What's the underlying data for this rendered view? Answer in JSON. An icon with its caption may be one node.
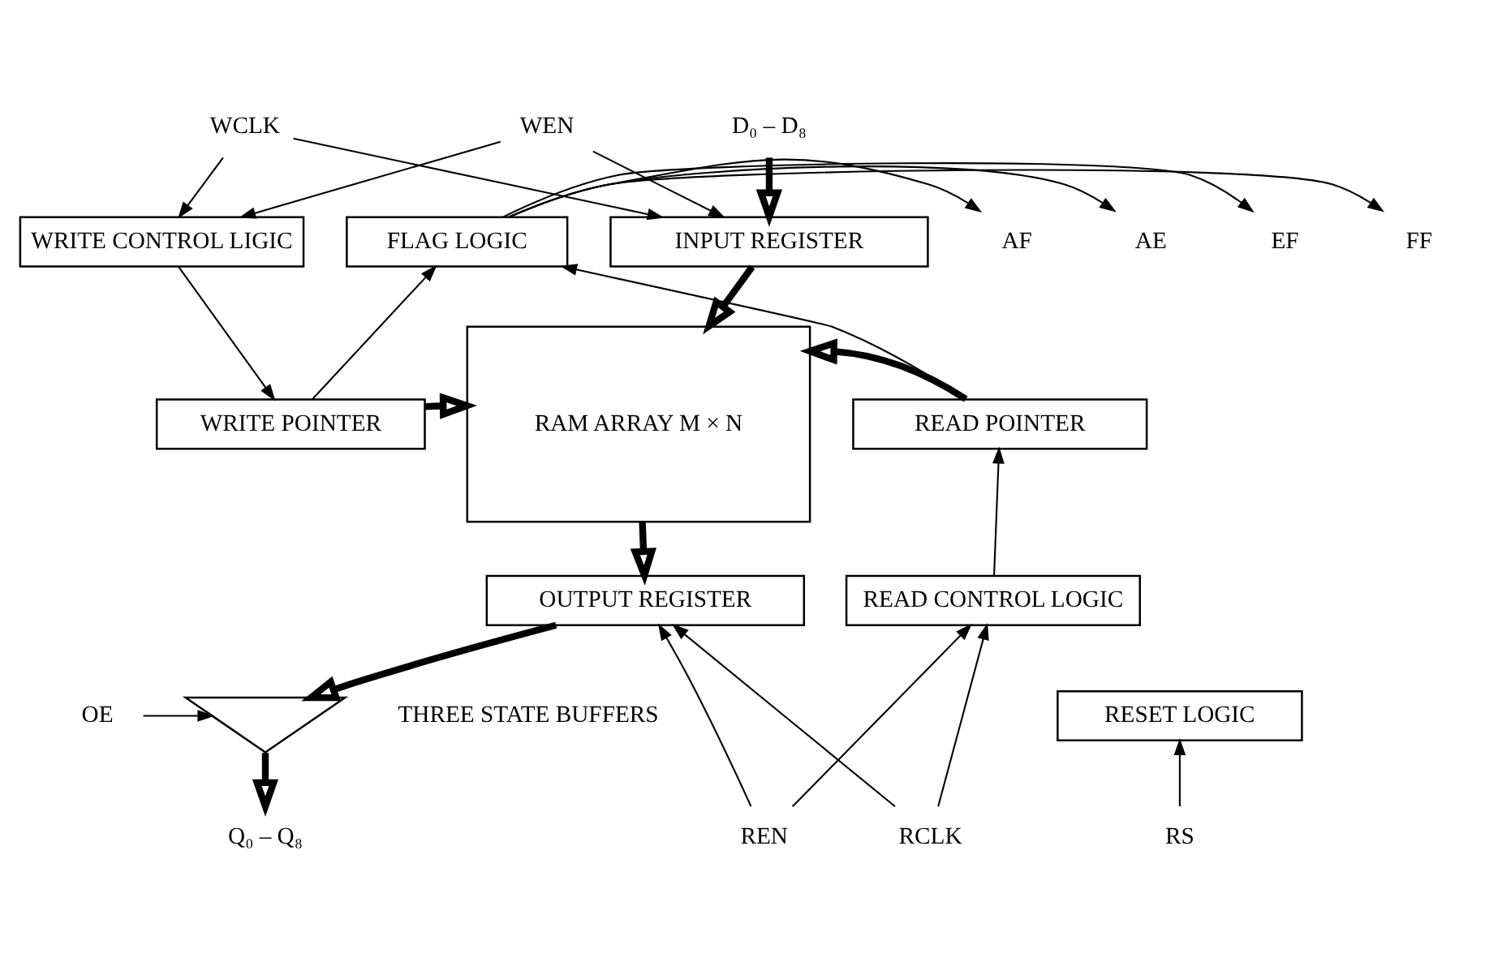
{
  "diagram": {
    "nodes": [
      {
        "text": [
          "WCLK"
        ]
      },
      {
        "text": [
          "WEN"
        ]
      },
      {
        "text": [
          "D₀ – D₈"
        ]
      },
      {
        "text": [
          "INPUT REGISTER"
        ]
      },
      {
        "text": [
          "WRITE CONTROL LIGIC"
        ]
      },
      {
        "text": [
          "WRITE POINTER"
        ]
      },
      {
        "text": [
          "RAM ARRAY M × N"
        ]
      },
      {
        "text": [
          "FLAG LOGIC"
        ]
      },
      {
        "text": [
          "EF"
        ]
      },
      {
        "text": [
          "AE"
        ]
      },
      {
        "text": [
          "AF"
        ]
      },
      {
        "text": [
          "FF"
        ]
      },
      {
        "text": [
          "READ POINTER"
        ]
      },
      {
        "text": [
          "READ CONTROL LOGIC"
        ]
      },
      {
        "text": [
          "OUTPUT REGISTER"
        ]
      },
      {
        "text": [],
        "shape": "triangle",
        "beside": [
          "THREE STATE BUFFERS"
        ]
      },
      {
        "text": [
          "OE"
        ]
      },
      {
        "text": [
          "Q₀ – Q₈"
        ]
      },
      {
        "text": [
          "RESET LOGIC"
        ]
      },
      {
        "text": [
          "RS"
        ]
      },
      {
        "text": [
          "RCLK"
        ]
      },
      {
        "text": [
          "REN"
        ]
      }
    ],
    "edges": [
      {
        "from": 0,
        "to": 4,
        "arrow": "to"
      },
      {
        "from": 0,
        "to": 3,
        "arrow": "to"
      },
      {
        "from": 1,
        "to": 4,
        "arrow": "to"
      },
      {
        "from": 1,
        "to": 3,
        "arrow": "to"
      },
      {
        "from": 2,
        "to": 3,
        "arrow": "to",
        "style": "thick"
      },
      {
        "from": 3,
        "to": 6,
        "arrow": "to",
        "style": "thick"
      },
      {
        "from": 4,
        "to": 5,
        "arrow": "to"
      },
      {
        "from": 5,
        "to": 6,
        "arrow": "to",
        "style": "thick"
      },
      {
        "from": 5,
        "to": 7,
        "arrow": "to"
      },
      {
        "from": 7,
        "to": 8,
        "arrow": "to"
      },
      {
        "from": 7,
        "to": 9,
        "arrow": "to"
      },
      {
        "from": 7,
        "to": 10,
        "arrow": "to"
      },
      {
        "from": 7,
        "to": 11,
        "arrow": "to"
      },
      {
        "from": 12,
        "to": 6,
        "arrow": "to",
        "style": "thick"
      },
      {
        "from": 12,
        "to": 7,
        "arrow": "to"
      },
      {
        "from": 13,
        "to": 12,
        "arrow": "to"
      },
      {
        "from": 6,
        "to": 14,
        "arrow": "to",
        "style": "thick"
      },
      {
        "from": 20,
        "to": 13,
        "arrow": "to"
      },
      {
        "from": 20,
        "to": 14,
        "arrow": "to"
      },
      {
        "from": 21,
        "to": 13,
        "arrow": "to"
      },
      {
        "from": 21,
        "to": 14,
        "arrow": "to"
      },
      {
        "from": 14,
        "to": 15,
        "arrow": "to",
        "style": "thick"
      },
      {
        "from": 16,
        "to": 15,
        "arrow": "to"
      },
      {
        "from": 15,
        "to": 17,
        "arrow": "to",
        "style": "thick"
      },
      {
        "from": 19,
        "to": 18,
        "arrow": "to"
      }
    ]
  }
}
